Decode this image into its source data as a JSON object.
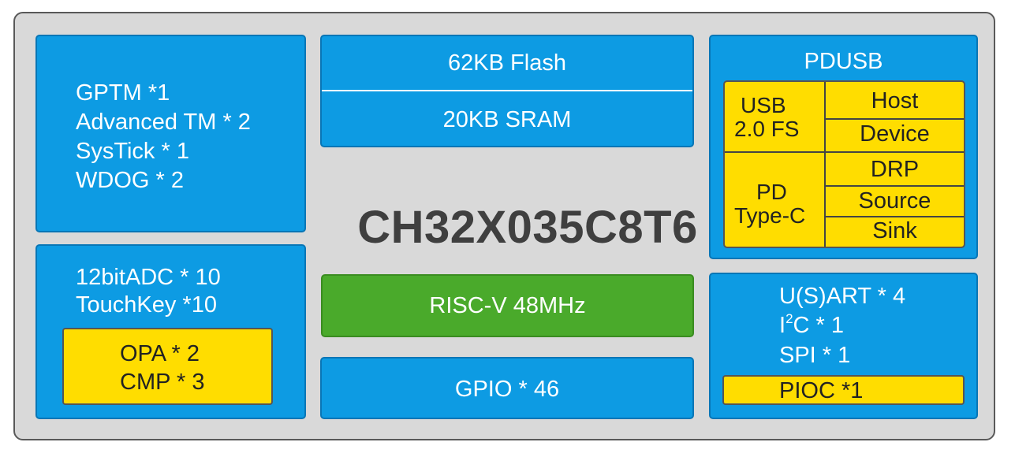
{
  "chip_name": "CH32X035C8T6",
  "timers": [
    "GPTM *1",
    "Advanced TM * 2",
    "SysTick  * 1",
    "WDOG * 2"
  ],
  "memory": {
    "flash": "62KB Flash",
    "sram": "20KB SRAM"
  },
  "pdusb": {
    "title": "PDUSB",
    "usb_label_line1": "USB",
    "usb_label_line2": "2.0 FS",
    "usb_modes": [
      "Host",
      "Device"
    ],
    "pd_label_line1": "PD",
    "pd_label_line2": "Type-C",
    "pd_modes": [
      "DRP",
      "Source",
      "Sink"
    ]
  },
  "analog": {
    "lines": [
      "12bitADC * 10",
      "TouchKey *10"
    ],
    "opa": "OPA * 2",
    "cmp": "CMP * 3"
  },
  "core": "RISC-V  48MHz",
  "gpio": "GPIO * 46",
  "comms": {
    "usart": "U(S)ART * 4",
    "i2c_prefix": "I",
    "i2c_sup": "2",
    "i2c_suffix": "C * 1",
    "spi": "SPI * 1",
    "pioc": "PIOC *1"
  },
  "colors": {
    "blue_block": "#0d9be3",
    "green_block": "#4aaa2b",
    "yellow_block": "#ffdd00",
    "chip_background": "#d9d9d9"
  }
}
